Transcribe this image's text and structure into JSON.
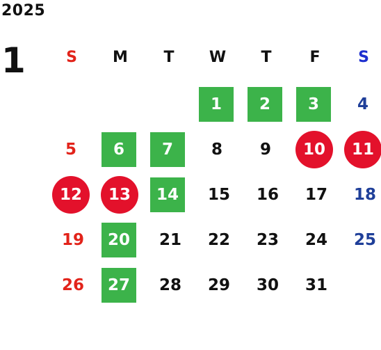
{
  "calendar": {
    "year": "2025",
    "month": "1",
    "weekdays": [
      "S",
      "M",
      "T",
      "W",
      "T",
      "F",
      "S"
    ],
    "weeks": [
      [
        "",
        "",
        "",
        "1",
        "2",
        "3",
        "4"
      ],
      [
        "5",
        "6",
        "7",
        "8",
        "9",
        "10",
        "11"
      ],
      [
        "12",
        "13",
        "14",
        "15",
        "16",
        "17",
        "18"
      ],
      [
        "19",
        "20",
        "21",
        "22",
        "23",
        "24",
        "25"
      ],
      [
        "26",
        "27",
        "28",
        "29",
        "30",
        "31",
        ""
      ]
    ],
    "highlight_colors": {
      "green_box": "#3cb34a",
      "red_circle": "#e3112b",
      "sunday_text": "#e2231a",
      "saturday_text": "#1f3f99"
    },
    "green_box_days": [
      "1",
      "2",
      "3",
      "6",
      "7",
      "14",
      "20",
      "27"
    ],
    "red_circle_days": [
      "10",
      "11",
      "12",
      "13"
    ]
  }
}
